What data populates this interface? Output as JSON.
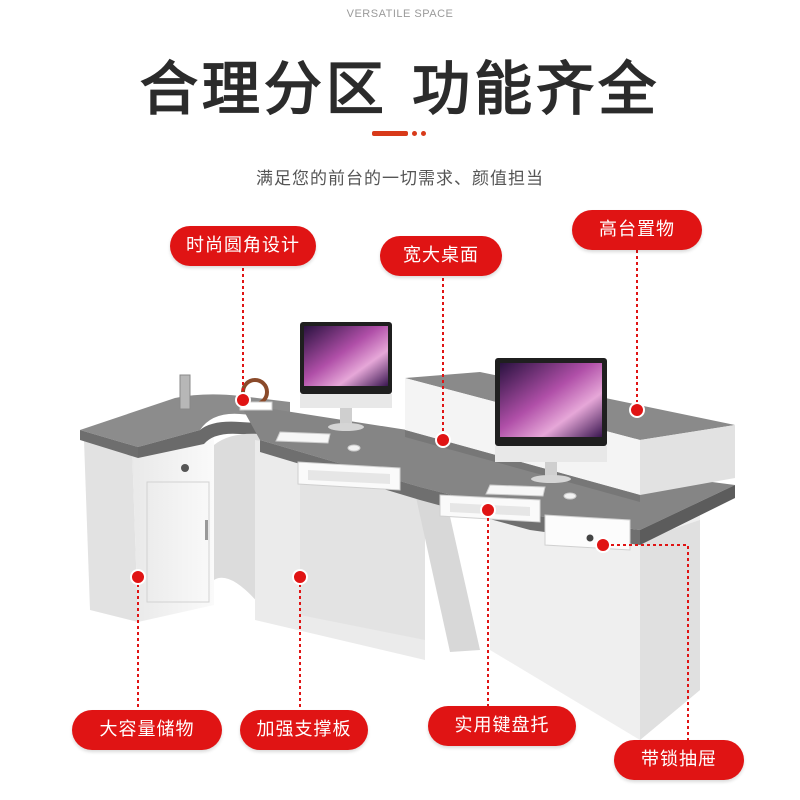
{
  "header": {
    "eyebrow": "VERSATILE SPACE",
    "title": "合理分区  功能齐全",
    "subtitle": "满足您的前台的一切需求、颜值担当"
  },
  "callouts": {
    "rounded_corner": "时尚圆角设计",
    "wide_desktop": "宽大桌面",
    "high_shelf": "高台置物",
    "storage": "大容量储物",
    "support_board": "加强支撑板",
    "keyboard_tray": "实用键盘托",
    "lock_drawer": "带锁抽屉"
  },
  "colors": {
    "accent": "#e01414",
    "countertop": "#7f7f7f",
    "cabinet": "#f2f2f2"
  }
}
